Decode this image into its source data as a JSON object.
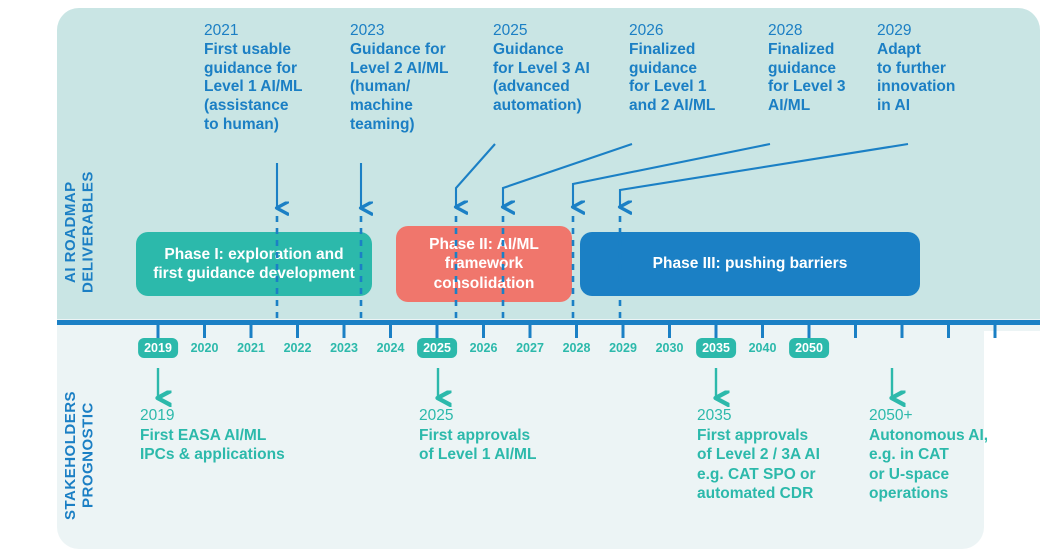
{
  "colors": {
    "panel_top": "#c9e5e4",
    "panel_bottom": "#ecf4f5",
    "blue": "#1b80c5",
    "teal": "#2cb9ab",
    "red": "#f0766c"
  },
  "side_labels": {
    "roadmap": "AI ROADMAP\nDELIVERABLES",
    "prognostic": "STAKEHOLDERS\nPROGNOSTIC"
  },
  "deliverables": [
    {
      "year": "2021",
      "text": "First usable\nguidance for\nLevel 1 AI/ML\n(assistance\nto human)"
    },
    {
      "year": "2023",
      "text": "Guidance for\nLevel 2 AI/ML\n(human/\nmachine\nteaming)"
    },
    {
      "year": "2025",
      "text": "Guidance\nfor Level 3 AI\n(advanced\nautomation)"
    },
    {
      "year": "2026",
      "text": "Finalized\nguidance\nfor Level 1\nand 2 AI/ML"
    },
    {
      "year": "2028",
      "text": "Finalized\nguidance\nfor Level 3\nAI/ML"
    },
    {
      "year": "2029",
      "text": "Adapt\nto further\ninnovation\nin AI"
    }
  ],
  "phases": [
    {
      "label": "Phase I: exploration and\nfirst guidance development",
      "color": "#2cb9ab"
    },
    {
      "label": "Phase II: AI/ML\nframework\nconsolidation",
      "color": "#f0766c"
    },
    {
      "label": "Phase III: pushing barriers",
      "color": "#1b80c5"
    }
  ],
  "axis": {
    "years": [
      {
        "label": "2019",
        "highlight": true
      },
      {
        "label": "2020",
        "highlight": false
      },
      {
        "label": "2021",
        "highlight": false
      },
      {
        "label": "2022",
        "highlight": false
      },
      {
        "label": "2023",
        "highlight": false
      },
      {
        "label": "2024",
        "highlight": false
      },
      {
        "label": "2025",
        "highlight": true
      },
      {
        "label": "2026",
        "highlight": false
      },
      {
        "label": "2027",
        "highlight": false
      },
      {
        "label": "2028",
        "highlight": false
      },
      {
        "label": "2029",
        "highlight": false
      },
      {
        "label": "2030",
        "highlight": false
      },
      {
        "label": "2035",
        "highlight": true
      },
      {
        "label": "2040",
        "highlight": false
      },
      {
        "label": "2050",
        "highlight": true
      }
    ]
  },
  "prognostics": [
    {
      "year": "2019",
      "text": "First EASA AI/ML\nIPCs & applications"
    },
    {
      "year": "2025",
      "text": "First approvals\nof Level 1 AI/ML"
    },
    {
      "year": "2035",
      "text": "First approvals\nof Level 2 / 3A AI\ne.g. CAT SPO or\nautomated CDR"
    },
    {
      "year": "2050+",
      "text": "Autonomous AI,\ne.g. in CAT\nor U-space\noperations"
    }
  ]
}
